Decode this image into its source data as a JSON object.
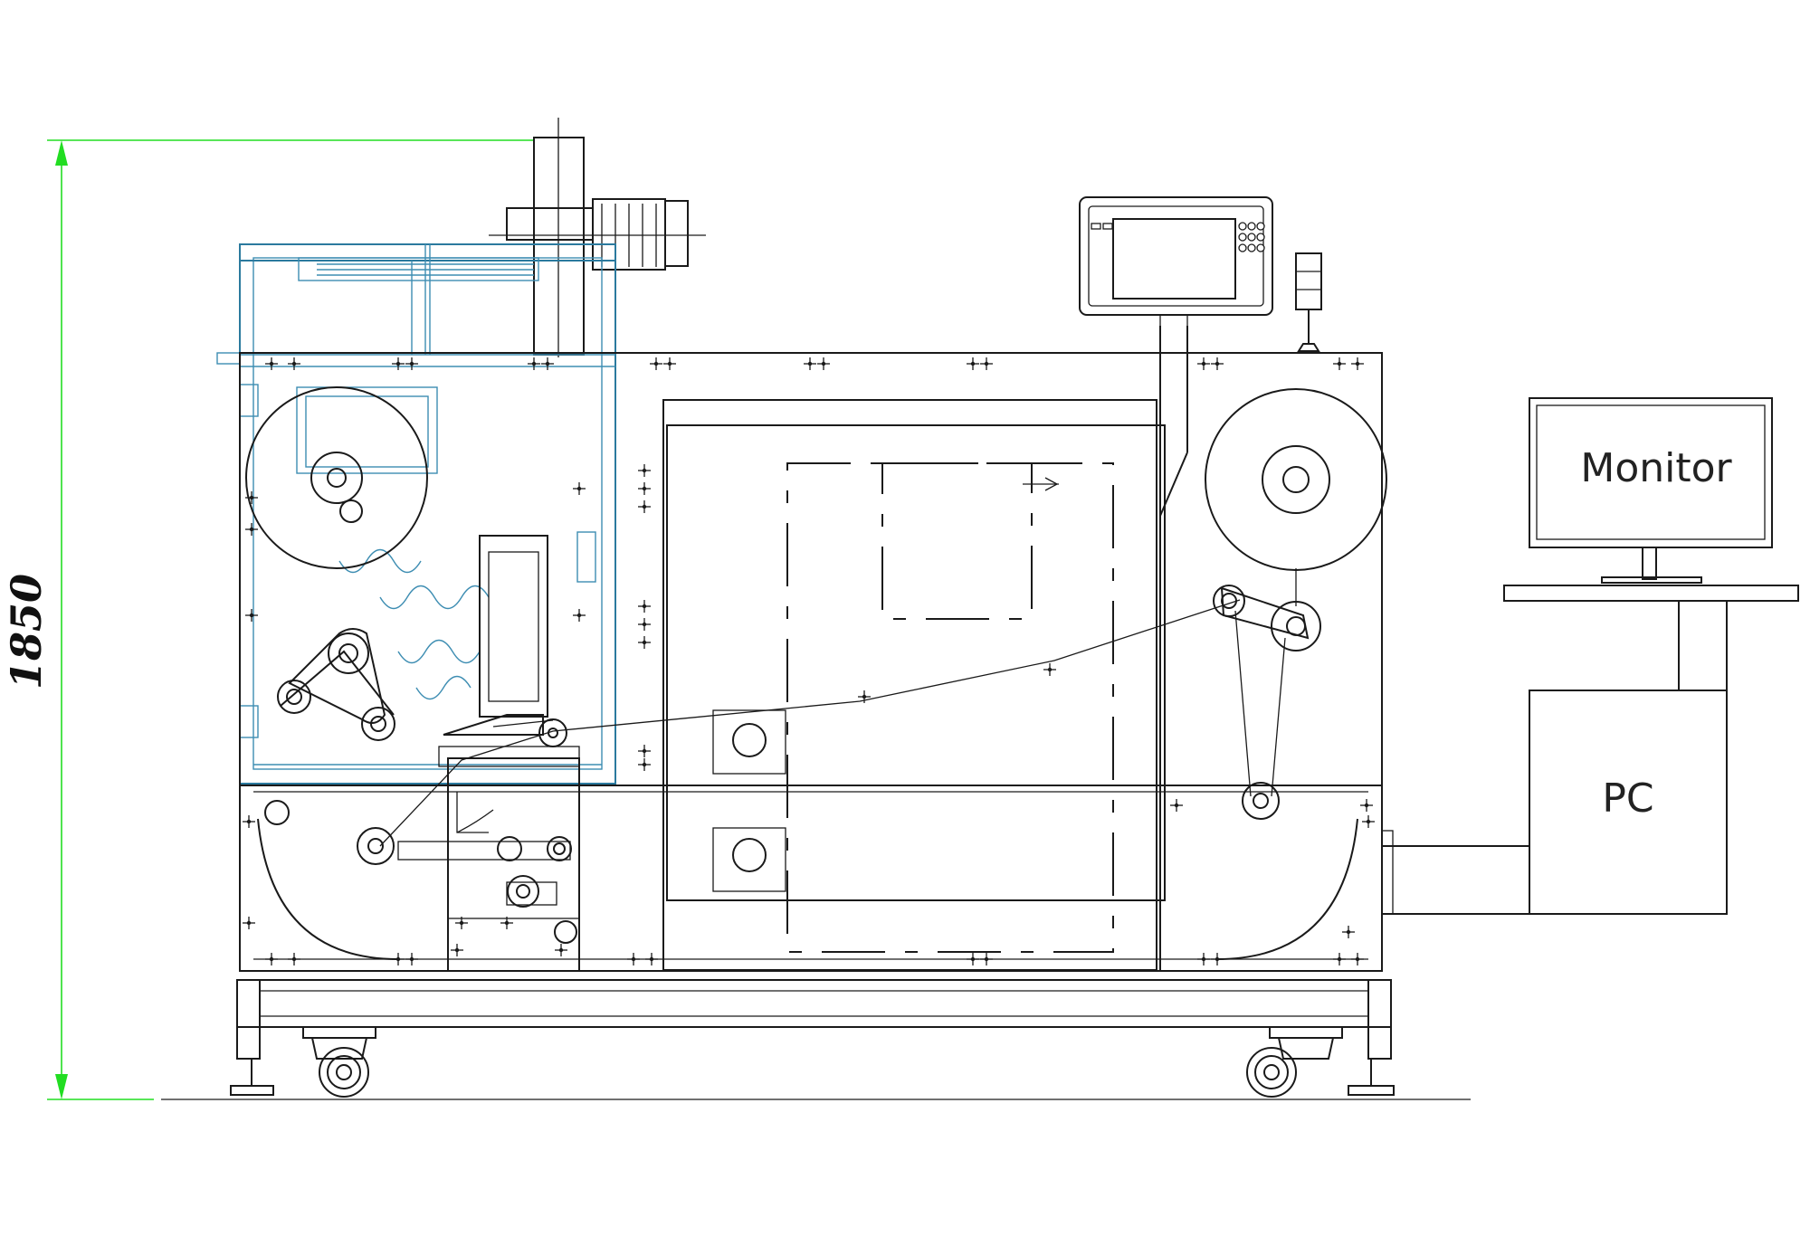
{
  "dimension": {
    "height_value": "1850"
  },
  "labels": {
    "monitor": "Monitor",
    "pc": "PC"
  },
  "colors": {
    "linework": "#1a1a1a",
    "guard": "#2b7a9e",
    "dimension_line": "#22dd22"
  }
}
